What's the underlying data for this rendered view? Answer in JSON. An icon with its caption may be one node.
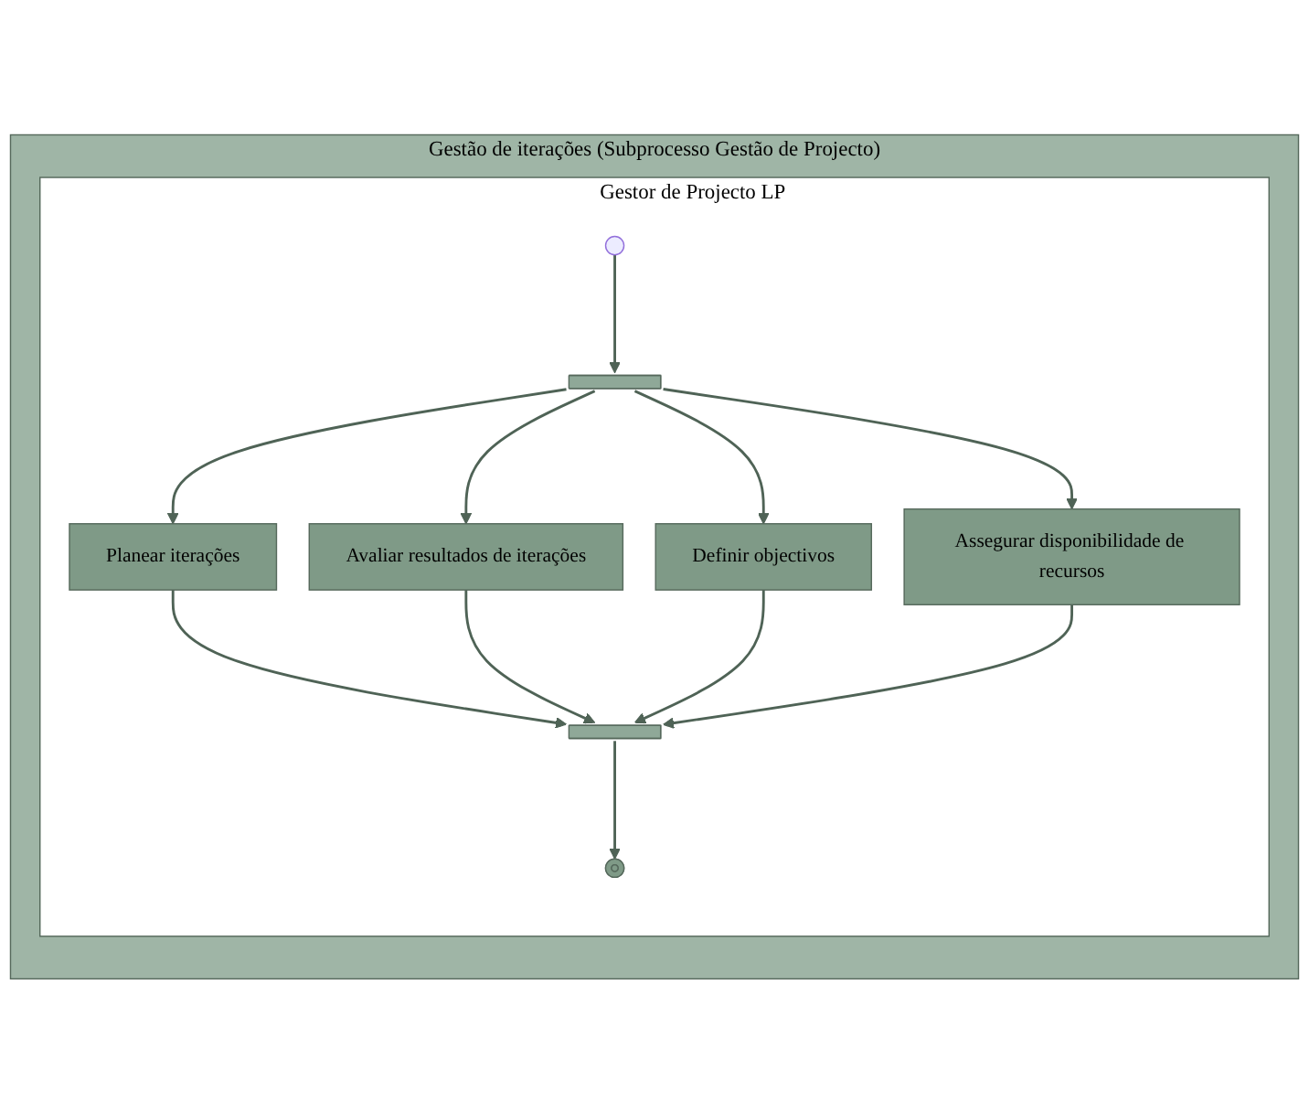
{
  "diagram": {
    "nodes": [
      {
        "text": [
          "Gestão de iterações (Subprocesso Gestão de Projecto)"
        ]
      },
      {
        "text": [
          "Gestor de Projecto LP"
        ],
        "in": 0
      },
      {
        "text": [],
        "shape": "circle",
        "in": 1
      },
      {
        "text": [],
        "shape": "bar",
        "in": 1
      },
      {
        "text": [
          "Planear iterações"
        ],
        "in": 1
      },
      {
        "text": [
          "Avaliar resultados de iterações"
        ],
        "in": 1
      },
      {
        "text": [
          "Definir objectivos"
        ],
        "in": 1
      },
      {
        "text": [
          "Assegurar disponibilidade de recursos"
        ],
        "in": 1
      },
      {
        "text": [],
        "shape": "bar",
        "in": 1
      },
      {
        "text": [],
        "shape": "circle",
        "in": 1
      }
    ],
    "edges": [
      {
        "from": 2,
        "to": 3,
        "arrow": "to"
      },
      {
        "from": 3,
        "to": 4,
        "arrow": "to"
      },
      {
        "from": 3,
        "to": 5,
        "arrow": "to"
      },
      {
        "from": 3,
        "to": 6,
        "arrow": "to"
      },
      {
        "from": 3,
        "to": 7,
        "arrow": "to"
      },
      {
        "from": 4,
        "to": 8,
        "arrow": "to"
      },
      {
        "from": 5,
        "to": 8,
        "arrow": "to"
      },
      {
        "from": 6,
        "to": 8,
        "arrow": "to"
      },
      {
        "from": 7,
        "to": 8,
        "arrow": "to"
      },
      {
        "from": 8,
        "to": 9,
        "arrow": "to"
      }
    ]
  }
}
